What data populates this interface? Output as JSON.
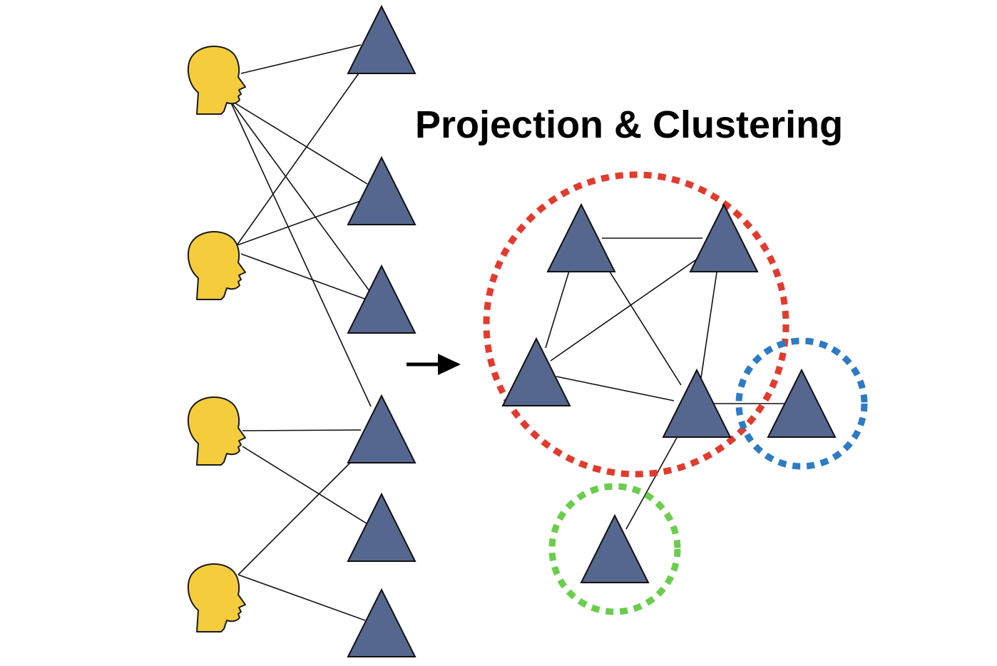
{
  "title": "Projection & Clustering",
  "colors": {
    "person_fill": "#F5CD3C",
    "person_stroke": "#1a1a1a",
    "triangle_fill": "#56678F",
    "triangle_stroke": "#111111",
    "edge": "#111111",
    "arrow": "#000000",
    "cluster_red": "#E23B2E",
    "cluster_blue": "#2E7BC4",
    "cluster_green": "#6ACD4C"
  },
  "bipartite": {
    "people": [
      "p1",
      "p2",
      "p3",
      "p4"
    ],
    "items": [
      "t1",
      "t2",
      "t3",
      "t4",
      "t5",
      "t6"
    ],
    "edges": [
      [
        "p1",
        "t1"
      ],
      [
        "p1",
        "t2"
      ],
      [
        "p1",
        "t3"
      ],
      [
        "p1",
        "t4"
      ],
      [
        "p2",
        "t1"
      ],
      [
        "p2",
        "t2"
      ],
      [
        "p2",
        "t3"
      ],
      [
        "p3",
        "t4"
      ],
      [
        "p3",
        "t5"
      ],
      [
        "p4",
        "t4"
      ],
      [
        "p4",
        "t6"
      ]
    ]
  },
  "projection": {
    "nodes": [
      "a",
      "b",
      "c",
      "d",
      "e",
      "f"
    ],
    "edges": [
      [
        "a",
        "b"
      ],
      [
        "a",
        "c"
      ],
      [
        "a",
        "d"
      ],
      [
        "b",
        "c"
      ],
      [
        "b",
        "d"
      ],
      [
        "c",
        "d"
      ],
      [
        "d",
        "e"
      ],
      [
        "d",
        "f"
      ]
    ],
    "clusters": [
      {
        "name": "red",
        "members": [
          "a",
          "b",
          "c",
          "d"
        ]
      },
      {
        "name": "blue",
        "members": [
          "e"
        ]
      },
      {
        "name": "green",
        "members": [
          "f"
        ]
      }
    ]
  }
}
